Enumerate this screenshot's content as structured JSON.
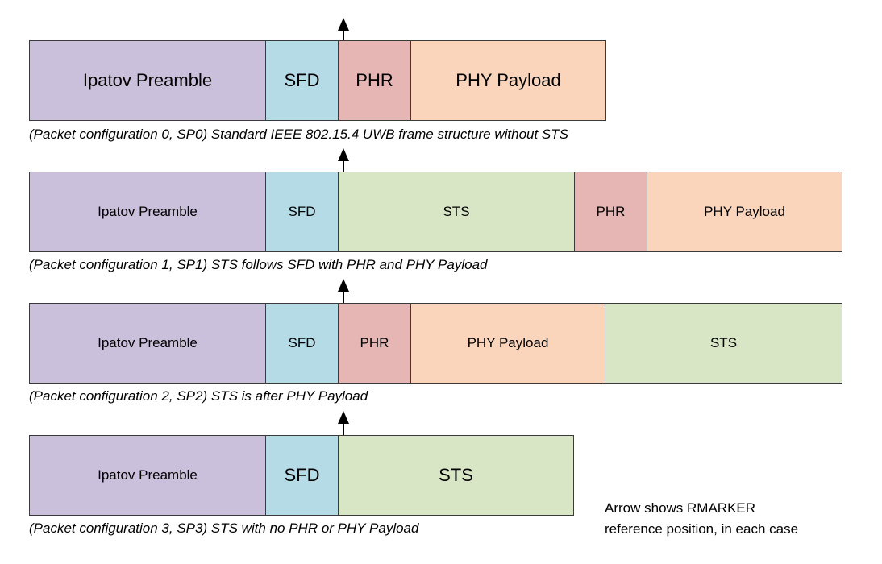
{
  "colors": {
    "preamble": "#cbc0dc",
    "sfd": "#b5dce6",
    "phr": "#e6b6b4",
    "payload": "#fad5bb",
    "sts": "#d8e6c5",
    "border": "#3a3a3a"
  },
  "frames": [
    {
      "fields": [
        {
          "label": "Ipatov Preamble",
          "color": "preamble"
        },
        {
          "label": "SFD",
          "color": "sfd"
        },
        {
          "label": "PHR",
          "color": "phr"
        },
        {
          "label": "PHY Payload",
          "color": "payload"
        }
      ],
      "caption": "(Packet configuration 0, SP0) Standard IEEE 802.15.4 UWB frame structure without STS"
    },
    {
      "fields": [
        {
          "label": "Ipatov Preamble",
          "color": "preamble"
        },
        {
          "label": "SFD",
          "color": "sfd"
        },
        {
          "label": "STS",
          "color": "sts"
        },
        {
          "label": "PHR",
          "color": "phr"
        },
        {
          "label": "PHY Payload",
          "color": "payload"
        }
      ],
      "caption": "(Packet configuration 1, SP1) STS follows SFD with PHR and PHY Payload"
    },
    {
      "fields": [
        {
          "label": "Ipatov Preamble",
          "color": "preamble"
        },
        {
          "label": "SFD",
          "color": "sfd"
        },
        {
          "label": "PHR",
          "color": "phr"
        },
        {
          "label": "PHY Payload",
          "color": "payload"
        },
        {
          "label": "STS",
          "color": "sts"
        }
      ],
      "caption": "(Packet configuration 2, SP2) STS is after PHY Payload"
    },
    {
      "fields": [
        {
          "label": "Ipatov Preamble",
          "color": "preamble"
        },
        {
          "label": "SFD",
          "color": "sfd"
        },
        {
          "label": "STS",
          "color": "sts"
        }
      ],
      "caption": "(Packet configuration 3, SP3) STS with no PHR or PHY Payload"
    }
  ],
  "note": {
    "line1": "Arrow shows  RMARKER",
    "line2": "reference position, in each case"
  }
}
